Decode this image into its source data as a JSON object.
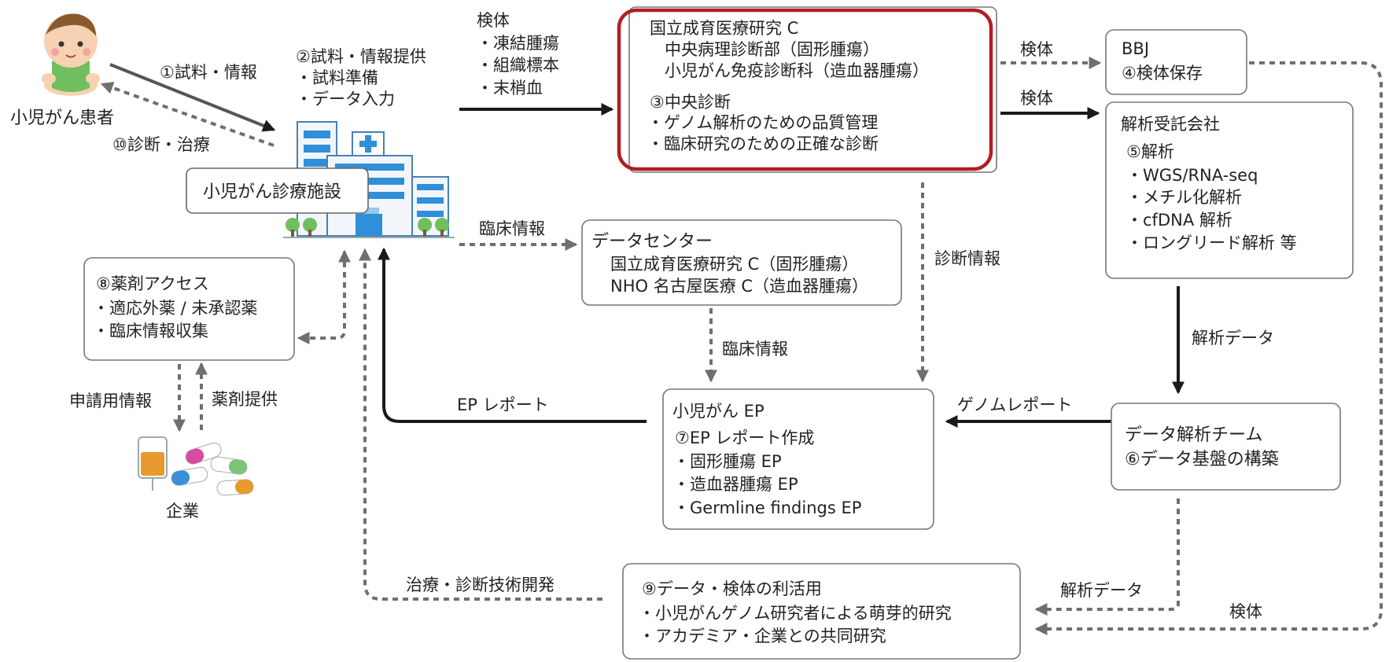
{
  "patient": {
    "label": "小児がん患者"
  },
  "hospital": {
    "label": "小児がん診療施設"
  },
  "company": {
    "label": "企業"
  },
  "arrows": {
    "specimen_info": "①試料・情報",
    "diagnosis_treatment": "⑩診断・治療",
    "provide": [
      "②試料・情報提供",
      "・試料準備",
      "・データ入力"
    ],
    "specimen_types": [
      "検体",
      "・凍結腫瘍",
      "・組織標本",
      "・末梢血"
    ],
    "to_bbj": "検体",
    "to_analysis": "検体",
    "clinical_info": "臨床情報",
    "diagnosis_info": "診断情報",
    "clinical_info_2": "臨床情報",
    "analysis_data": "解析データ",
    "genome_report": "ゲノムレポート",
    "ep_report": "EP レポート",
    "application_info": "申請用情報",
    "drug_supply": "薬剤提供",
    "tech_dev": "治療・診断技術開発",
    "analysis_data_2": "解析データ",
    "specimen_2": "検体"
  },
  "boxes": {
    "ncchd": [
      "国立成育医療研究 C",
      "中央病理診断部（固形腫瘍）",
      "小児がん免疫診断科（造血器腫瘍）",
      "③中央診断",
      "・ゲノム解析のための品質管理",
      "・臨床研究のための正確な診断"
    ],
    "bbj": [
      "BBJ",
      "④検体保存"
    ],
    "contractor": [
      "解析受託会社",
      "⑤解析",
      "・WGS/RNA-seq",
      "・メチル化解析",
      "・cfDNA 解析",
      "・ロングリード解析 等"
    ],
    "datacenter": [
      "データセンター",
      "国立成育医療研究 C（固形腫瘍）",
      "NHO 名古屋医療 C（造血器腫瘍）"
    ],
    "drug_access": [
      "⑧薬剤アクセス",
      "・適応外薬 / 未承認薬",
      "・臨床情報収集"
    ],
    "ep": [
      "小児がん EP",
      "⑦EP レポート作成",
      "・固形腫瘍 EP",
      "・造血器腫瘍 EP",
      "・Germline findings EP"
    ],
    "data_team": [
      "データ解析チーム",
      "⑥データ基盤の構築"
    ],
    "utilization": [
      "⑨データ・検体の利活用",
      "・小児がんゲノム研究者による萌芽的研究",
      "・アカデミア・企業との共同研究"
    ]
  },
  "colors": {
    "highlight_border": "#b01e23",
    "solid_arrow": "#1a1a1a",
    "dashed_arrow": "#6f6f6f",
    "box_border": "#777777",
    "building_blue": "#2f8fd8",
    "baby_shirt": "#6fbf5e"
  }
}
